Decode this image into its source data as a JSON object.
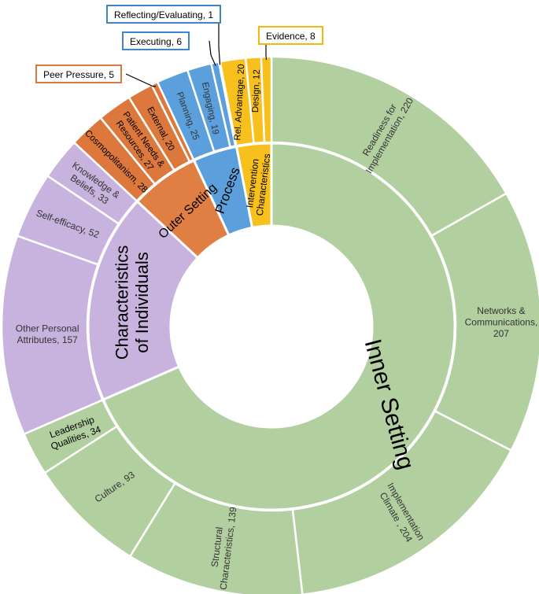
{
  "chart_data": {
    "type": "sunburst",
    "inner_ring": [
      {
        "label": "Inner Setting",
        "color": "#b2cfa0"
      },
      {
        "label": "Characteristics of Individuals",
        "color": "#c8b3de"
      },
      {
        "label": "Outer Setting",
        "color": "#e07f43"
      },
      {
        "label": "Process",
        "color": "#5ba0dc"
      },
      {
        "label": "Intervention Characteristics",
        "color": "#f7c01c"
      }
    ],
    "outer_ring": [
      {
        "label": "Readiness for Implementation, 220",
        "parent": "Inner Setting",
        "value": 220
      },
      {
        "label": "Networks & Communications, 207",
        "parent": "Inner Setting",
        "value": 207
      },
      {
        "label": "Implementation Climate , 204",
        "parent": "Inner Setting",
        "value": 204
      },
      {
        "label": "Structural Characteristics, 139",
        "parent": "Inner Setting",
        "value": 139
      },
      {
        "label": "Culture, 93",
        "parent": "Inner Setting",
        "value": 93
      },
      {
        "label": "Leadership Qualities, 34",
        "parent": "Inner Setting",
        "value": 34
      },
      {
        "label": "Other Personal Attributes, 157",
        "parent": "Characteristics of Individuals",
        "value": 157
      },
      {
        "label": "Self-efficacy, 52",
        "parent": "Characteristics of Individuals",
        "value": 52
      },
      {
        "label": "Knowledge & Beliefs, 33",
        "parent": "Characteristics of Individuals",
        "value": 33
      },
      {
        "label": "Cosmopolitanism, 28",
        "parent": "Outer Setting",
        "value": 28
      },
      {
        "label": "Patient Needs & Resources, 27",
        "parent": "Outer Setting",
        "value": 27
      },
      {
        "label": "External, 20",
        "parent": "Outer Setting",
        "value": 20
      },
      {
        "label": "Peer Pressure, 5",
        "parent": "Outer Setting",
        "value": 5
      },
      {
        "label": "Planning, 25",
        "parent": "Process",
        "value": 25
      },
      {
        "label": "Engaging, 19",
        "parent": "Process",
        "value": 19
      },
      {
        "label": "Executing, 6",
        "parent": "Process",
        "value": 6
      },
      {
        "label": "Reflecting/Evaluating, 1",
        "parent": "Process",
        "value": 1
      },
      {
        "label": "Rel. Advantage, 20",
        "parent": "Intervention Characteristics",
        "value": 20
      },
      {
        "label": "Design, 12",
        "parent": "Intervention Characteristics",
        "value": 12
      },
      {
        "label": "Evidence, 8",
        "parent": "Intervention Characteristics",
        "value": 8
      }
    ]
  },
  "callouts": {
    "reflecting": "Reflecting/Evaluating, 1",
    "executing": "Executing, 6",
    "evidence": "Evidence, 8",
    "peer_pressure": "Peer Pressure, 5"
  },
  "colors": {
    "inner_setting": "#b2cfa0",
    "characteristics": "#c8b3de",
    "outer_setting": "#e07f43",
    "process": "#5ba0dc",
    "intervention": "#f7c01c"
  }
}
